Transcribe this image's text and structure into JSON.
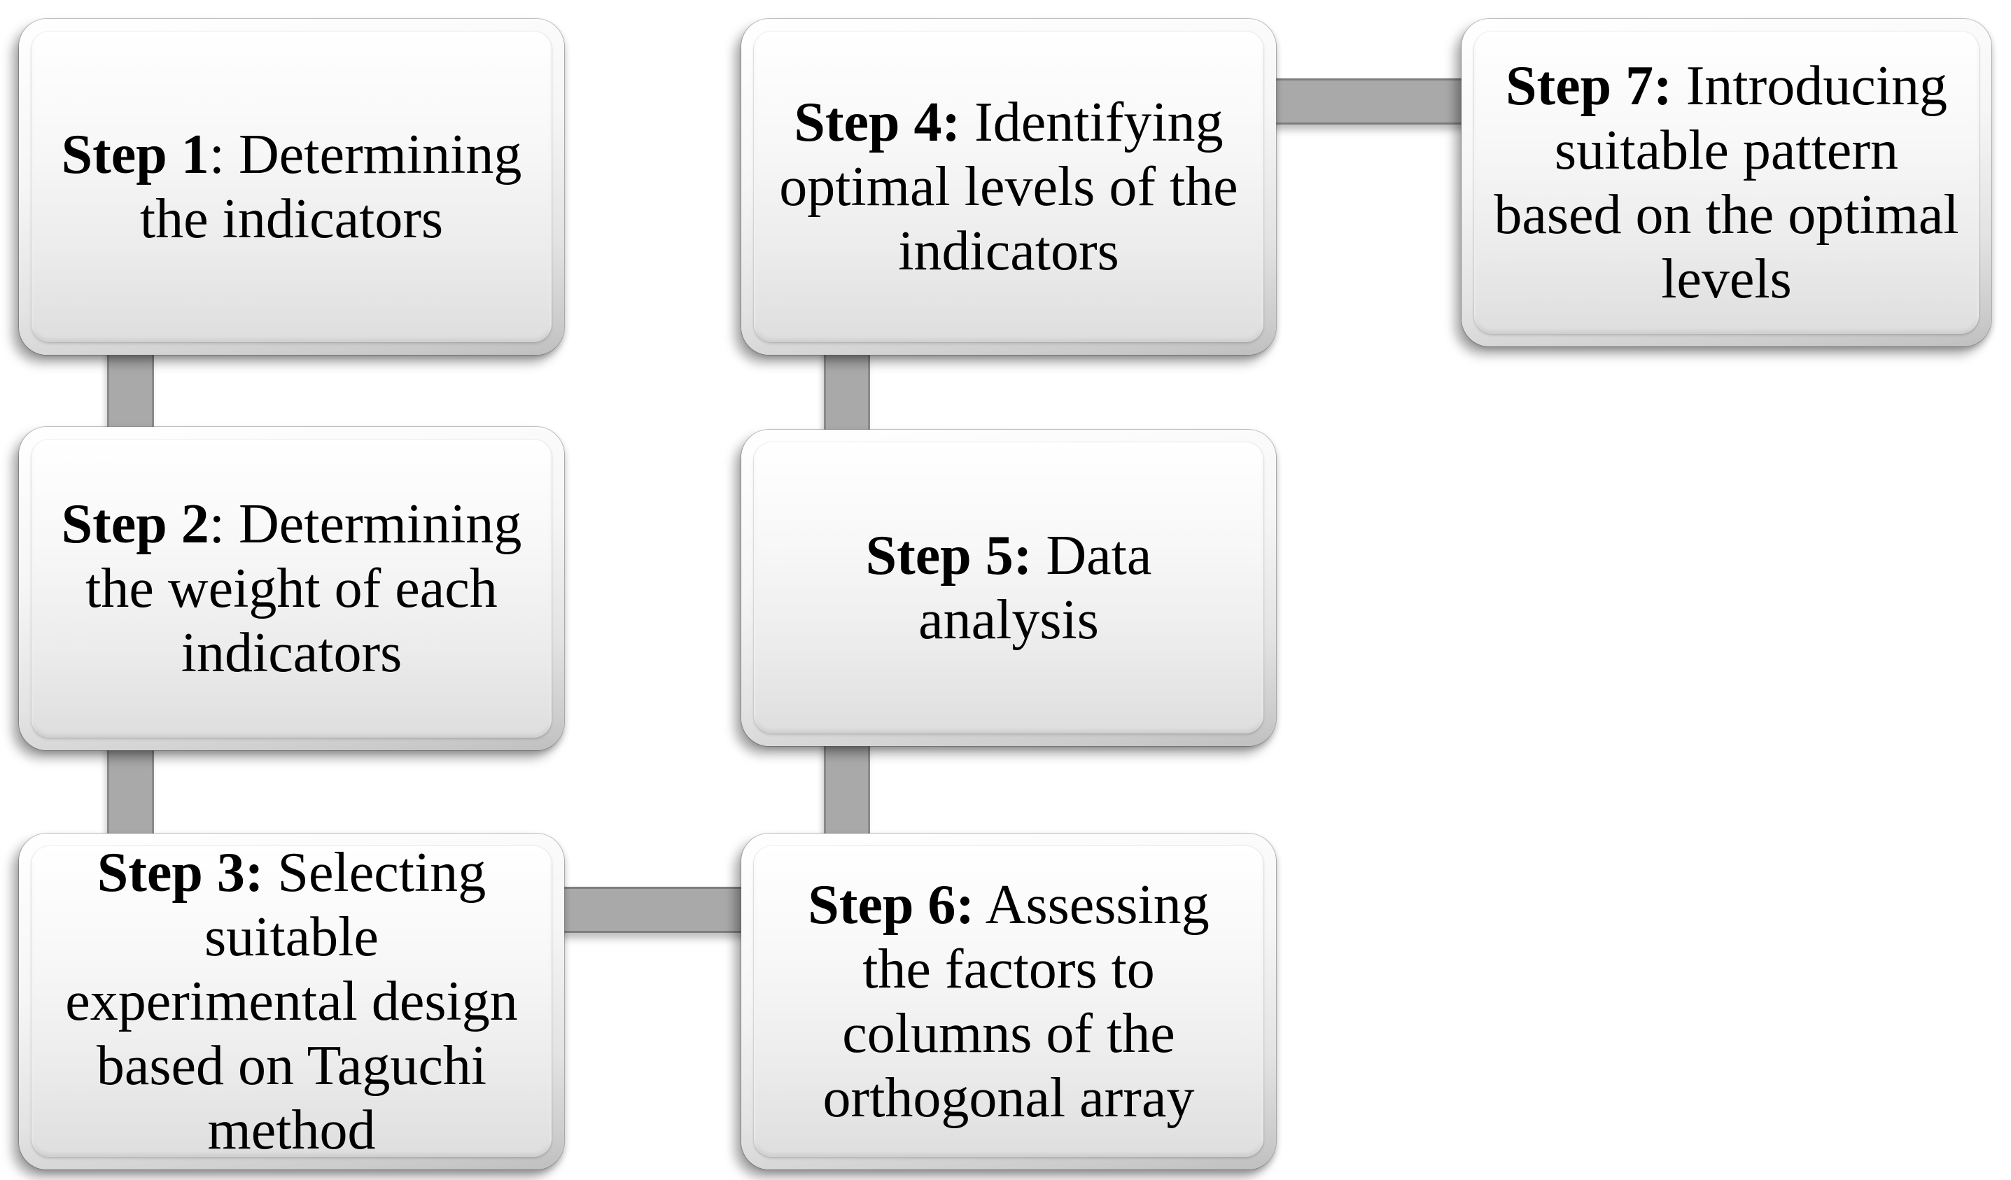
{
  "figure": {
    "type": "flowchart",
    "description": "Seven-step Taguchi method process diagram",
    "background": "#ffffff"
  },
  "colors": {
    "connector_fill": "#a9a9a9",
    "connector_border_vertical": "#8a8a8a",
    "connector_border_horizontal": "#7e7e7e",
    "box_face_top": "#ffffff",
    "box_face_bottom": "#dedede",
    "box_frame_bottom": "#bfbfbf",
    "text": "#000000"
  },
  "steps": [
    {
      "id": 1,
      "bold": "Step 1",
      "rest": ": Determining\nthe indicators"
    },
    {
      "id": 2,
      "bold": "Step 2",
      "rest": ": Determining\nthe weight of each\nindicators"
    },
    {
      "id": 3,
      "bold": "Step 3:",
      "rest": " Selecting\nsuitable\nexperimental design\nbased on Taguchi\nmethod"
    },
    {
      "id": 4,
      "bold": "Step 4:",
      "rest": " Identifying\noptimal levels of the\nindicators"
    },
    {
      "id": 5,
      "bold": "Step 5:",
      "rest": " Data\nanalysis"
    },
    {
      "id": 6,
      "bold": "Step 6:",
      "rest": " Assessing\nthe factors to\ncolumns of the\northogonal array"
    },
    {
      "id": 7,
      "bold": "Step 7:",
      "rest": " Introducing\nsuitable pattern\nbased on the optimal\nlevels"
    }
  ],
  "connectors": [
    {
      "from": 1,
      "to": 2,
      "orientation": "vertical"
    },
    {
      "from": 2,
      "to": 3,
      "orientation": "vertical"
    },
    {
      "from": 3,
      "to": 6,
      "orientation": "horizontal"
    },
    {
      "from": 6,
      "to": 5,
      "orientation": "vertical"
    },
    {
      "from": 5,
      "to": 4,
      "orientation": "vertical"
    },
    {
      "from": 4,
      "to": 7,
      "orientation": "horizontal"
    }
  ]
}
